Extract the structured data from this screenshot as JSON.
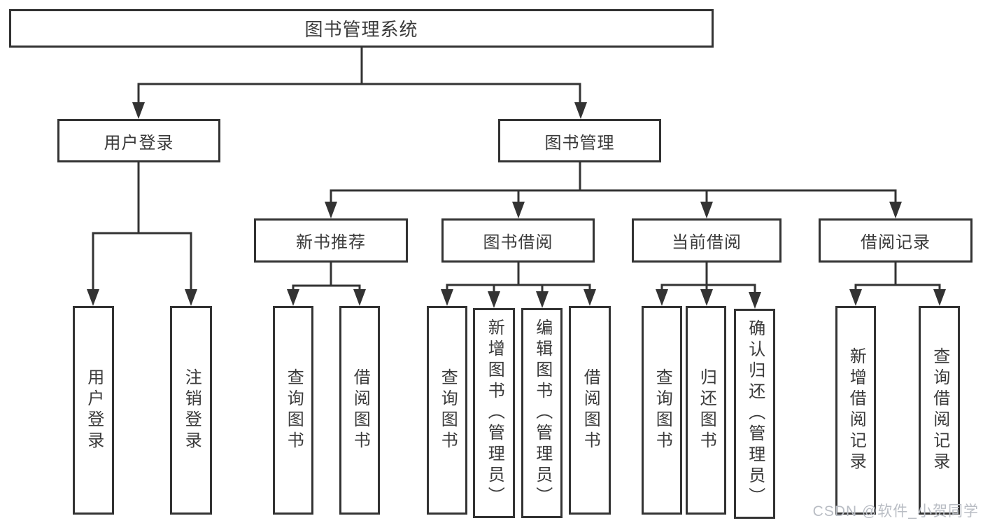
{
  "tree": {
    "root": {
      "label": "图书管理系统"
    },
    "login": {
      "label": "用户登录",
      "children": [
        {
          "label": "用户登录"
        },
        {
          "label": "注销登录"
        }
      ]
    },
    "management": {
      "label": "图书管理",
      "children": [
        {
          "label": "新书推荐",
          "children": [
            {
              "label": "查询图书"
            },
            {
              "label": "借阅图书"
            }
          ]
        },
        {
          "label": "图书借阅",
          "children": [
            {
              "label": "查询图书"
            },
            {
              "label": "新增图书（管理员）"
            },
            {
              "label": "编辑图书（管理员）"
            },
            {
              "label": "借阅图书"
            }
          ]
        },
        {
          "label": "当前借阅",
          "children": [
            {
              "label": "查询图书"
            },
            {
              "label": "归还图书"
            },
            {
              "label": "确认归还（管理员）"
            }
          ]
        },
        {
          "label": "借阅记录",
          "children": [
            {
              "label": "新增借阅记录"
            },
            {
              "label": "查询借阅记录"
            }
          ]
        }
      ]
    }
  },
  "watermark": {
    "text": "CSDN @软件_小贺同学"
  },
  "colors": {
    "line": "#333333",
    "text": "#3a3a3a",
    "watermark": "#b9bdc4",
    "background": "#ffffff"
  }
}
